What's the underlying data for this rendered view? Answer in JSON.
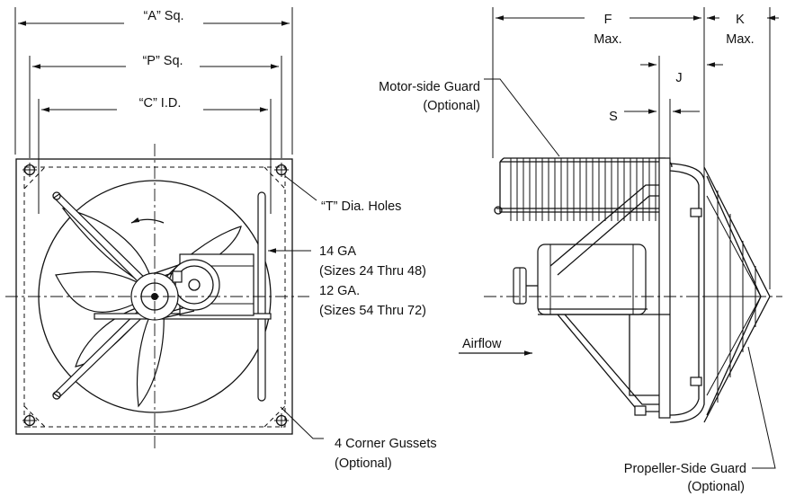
{
  "labels": {
    "dim_a": "“A” Sq.",
    "dim_p": "“P” Sq.",
    "dim_c": "“C” I.D.",
    "holes": "“T” Dia. Holes",
    "gauge_14": "14 GA",
    "sizes_24_48": "(Sizes 24 Thru 48)",
    "gauge_12": "12 GA.",
    "sizes_54_72": "(Sizes 54 Thru 72)",
    "gussets": "4 Corner Gussets",
    "gussets_opt": "(Optional)",
    "dim_f": "F",
    "dim_f_max": "Max.",
    "dim_k": "K",
    "dim_k_max": "Max.",
    "dim_j": "J",
    "dim_s": "S",
    "motor_guard": "Motor-side Guard",
    "motor_guard_opt": "(Optional)",
    "airflow": "Airflow",
    "prop_guard": "Propeller-Side Guard",
    "prop_guard_opt": "(Optional)"
  }
}
